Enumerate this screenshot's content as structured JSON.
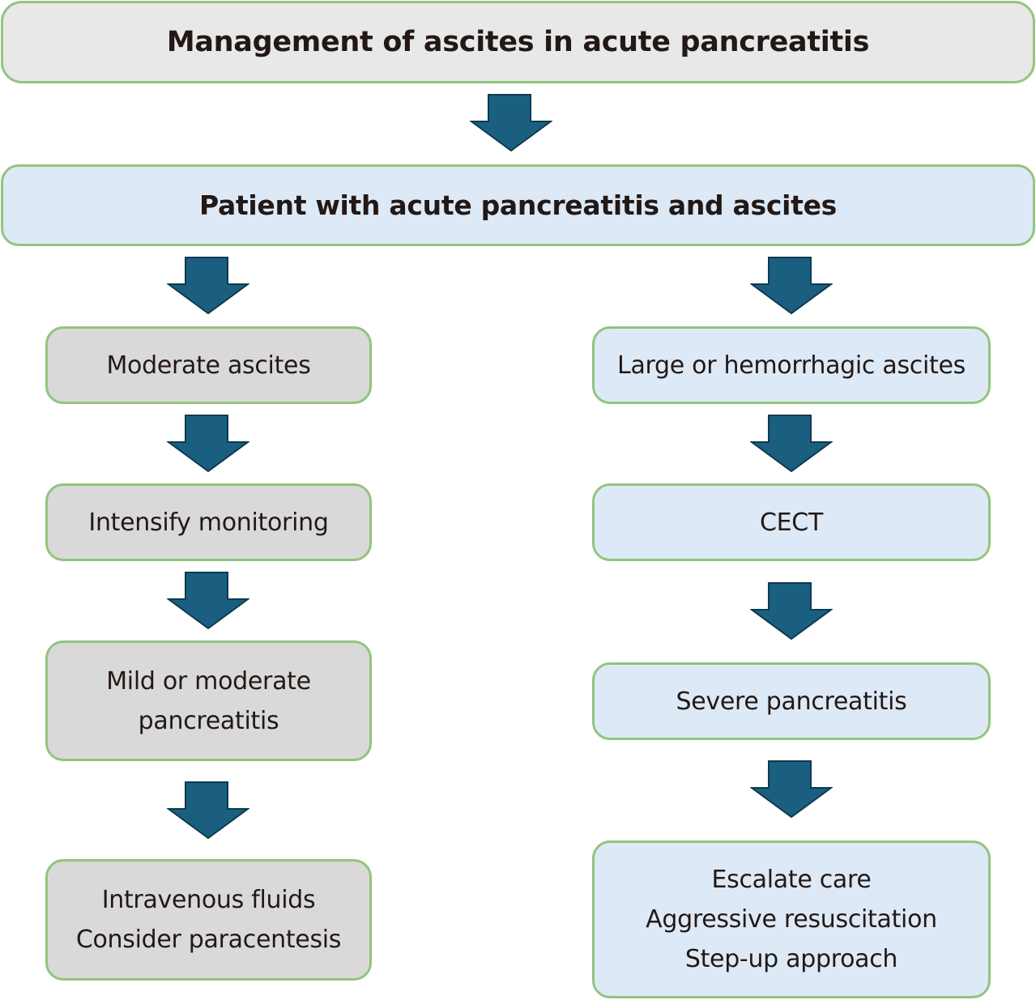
{
  "title": "Management of ascites in acute pancreatitis",
  "root": "Patient with acute pancreatitis and ascites",
  "left_branch": {
    "nodes": [
      {
        "lines": [
          "Moderate ascites"
        ]
      },
      {
        "lines": [
          "Intensify monitoring"
        ]
      },
      {
        "lines": [
          "Mild or moderate",
          "pancreatitis"
        ]
      },
      {
        "lines": [
          "Intravenous fluids",
          "Consider paracentesis"
        ]
      }
    ]
  },
  "right_branch": {
    "nodes": [
      {
        "lines": [
          "Large or hemorrhagic ascites"
        ]
      },
      {
        "lines": [
          "CECT"
        ]
      },
      {
        "lines": [
          "Severe pancreatitis"
        ]
      },
      {
        "lines": [
          "Escalate care",
          "Aggressive resuscitation",
          "Step-up approach"
        ]
      }
    ]
  },
  "colors": {
    "border": "#93c47d",
    "arrow": "#1a5f80",
    "left_fill": "#d9d9d9",
    "right_fill": "#dde9f6"
  }
}
